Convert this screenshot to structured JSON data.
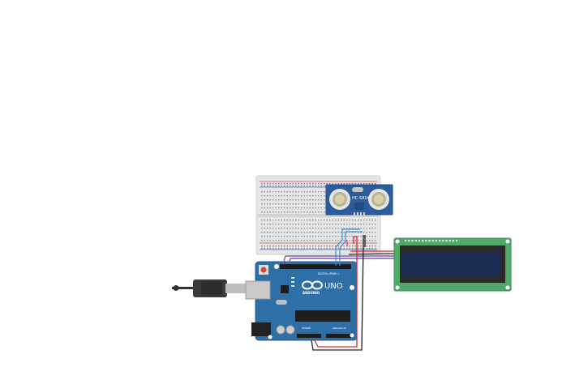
{
  "sensor": {
    "model": "HC-SR04"
  },
  "arduino": {
    "brand": "ARDUINO",
    "model": "UNO",
    "digital_header_label": "DIGITAL (PWM~)",
    "power_label": "POWER",
    "analog_label": "ANALOG IN"
  },
  "lcd": {
    "text_line1": "",
    "text_line2": ""
  },
  "colors": {
    "breadboard": "#e8e8e8",
    "arduino_board": "#2f6fa8",
    "sensor_board": "#2b5d9e",
    "lcd_pcb": "#4faa6a",
    "lcd_screen": "#1b2a4f",
    "wire_red": "#d42a2a",
    "wire_black": "#222222",
    "wire_blue": "#3d8fd1",
    "wire_purple": "#7d58b3"
  }
}
